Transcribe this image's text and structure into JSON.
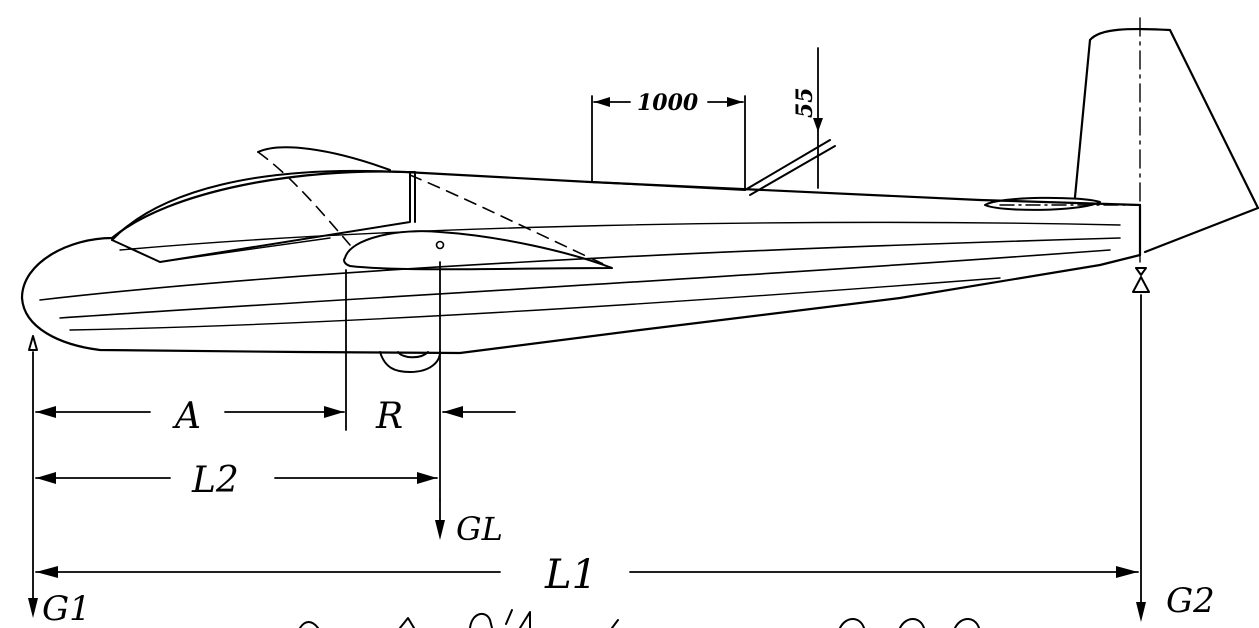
{
  "labels": {
    "dim_top": "1000",
    "dim_vertical": "55",
    "A": "A",
    "R": "R",
    "L2": "L2",
    "L1": "L1",
    "GL": "GL",
    "G1": "G1",
    "G2": "G2"
  },
  "colors": {
    "ink": "#000000",
    "paper": "#ffffff"
  }
}
